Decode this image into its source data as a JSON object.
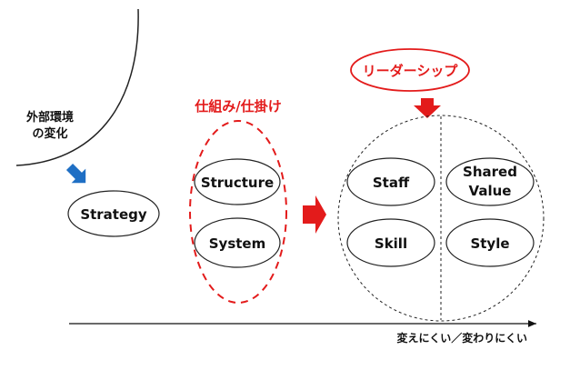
{
  "external": {
    "line1": "外部環境",
    "line2": "の変化"
  },
  "strategy": {
    "label": "Strategy"
  },
  "mechanism": {
    "title": "仕組み/仕掛け",
    "structure": "Structure",
    "system": "System"
  },
  "leadership": {
    "label": "リーダーシップ"
  },
  "soft": {
    "staff": "Staff",
    "shared_value_l1": "Shared",
    "shared_value_l2": "Value",
    "skill": "Skill",
    "style": "Style"
  },
  "axis": {
    "label": "変えにくい／変わりにくい"
  },
  "colors": {
    "accent_red": "#e31b1b",
    "arrow_blue": "#1f6fc4",
    "ink": "#111111"
  }
}
